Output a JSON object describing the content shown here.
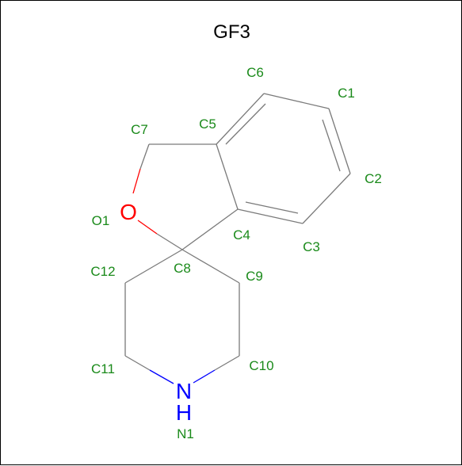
{
  "title": "GF3",
  "colors": {
    "label": "#1a8a1a",
    "bond": "#7a7a7a",
    "oxygen": "#ff0000",
    "nitrogen": "#0000ff",
    "frame": "#000000"
  },
  "atoms": {
    "O1": {
      "symbol": "O",
      "label": "O1"
    },
    "N1": {
      "symbol": "N",
      "hydrogen": "H",
      "label": "N1"
    },
    "C1": {
      "label": "C1"
    },
    "C2": {
      "label": "C2"
    },
    "C3": {
      "label": "C3"
    },
    "C4": {
      "label": "C4"
    },
    "C5": {
      "label": "C5"
    },
    "C6": {
      "label": "C6"
    },
    "C7": {
      "label": "C7"
    },
    "C8": {
      "label": "C8"
    },
    "C9": {
      "label": "C9"
    },
    "C10": {
      "label": "C10"
    },
    "C11": {
      "label": "C11"
    },
    "C12": {
      "label": "C12"
    }
  }
}
